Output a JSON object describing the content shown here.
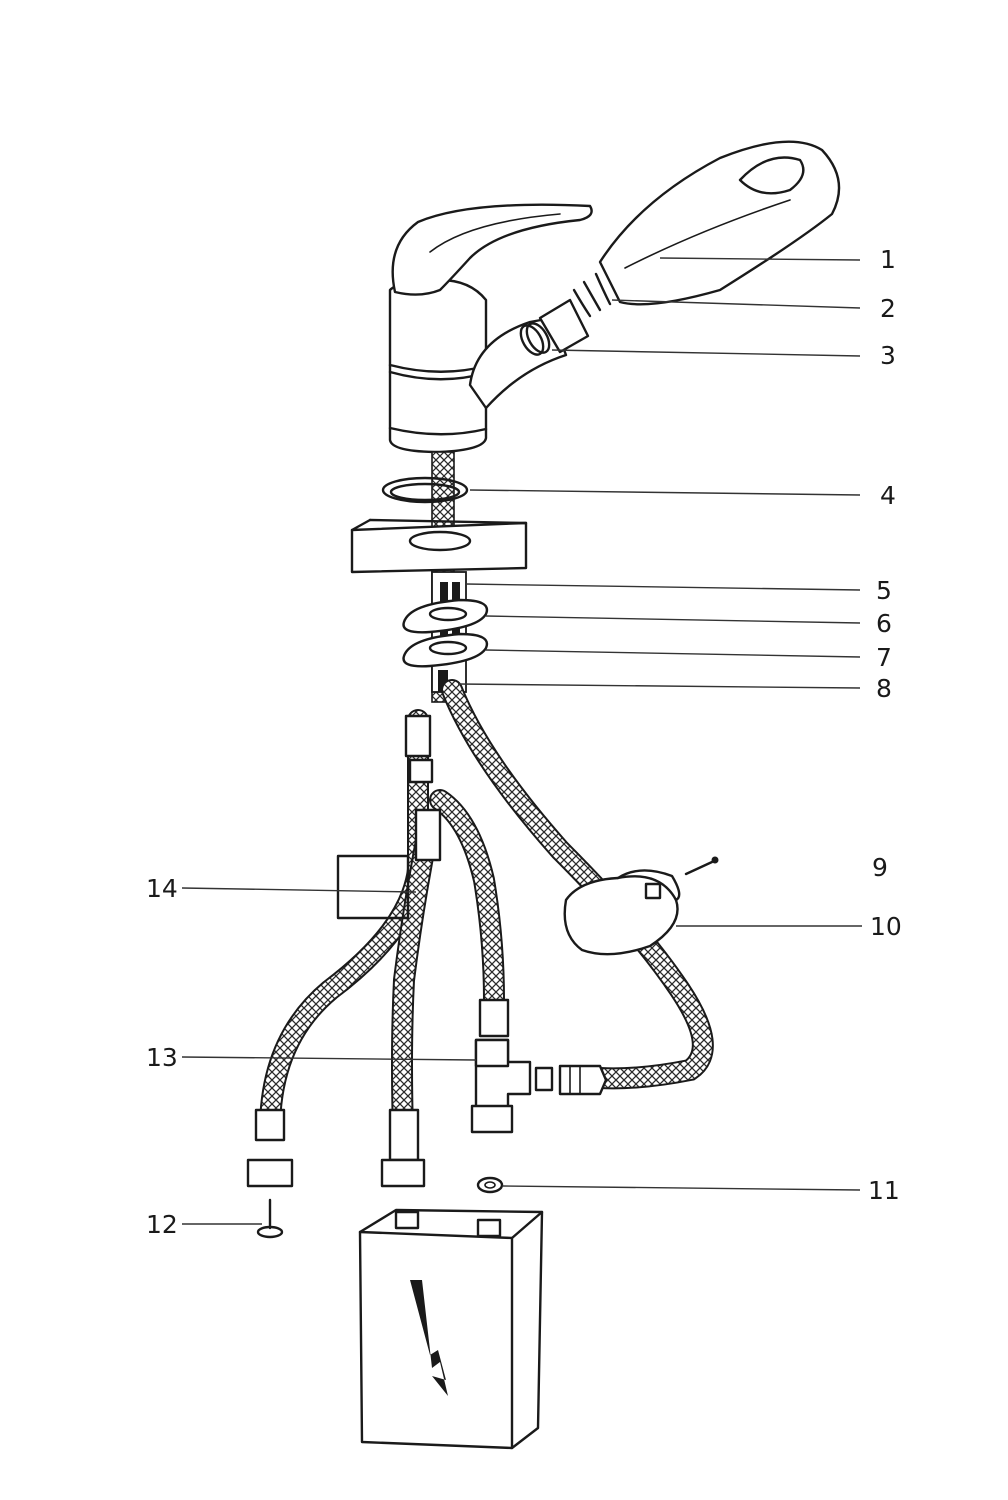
{
  "labels": [
    {
      "id": "1",
      "text": "1"
    },
    {
      "id": "2",
      "text": "2"
    },
    {
      "id": "3",
      "text": "3"
    },
    {
      "id": "4",
      "text": "4"
    },
    {
      "id": "5",
      "text": "5"
    },
    {
      "id": "6",
      "text": "6"
    },
    {
      "id": "7",
      "text": "7"
    },
    {
      "id": "8",
      "text": "8"
    },
    {
      "id": "9",
      "text": "9"
    },
    {
      "id": "10",
      "text": "10"
    },
    {
      "id": "11",
      "text": "11"
    },
    {
      "id": "12",
      "text": "12"
    },
    {
      "id": "13",
      "text": "13"
    },
    {
      "id": "14",
      "text": "14"
    }
  ],
  "icons": {
    "warning_symbol": "lightning-bolt-icon"
  }
}
